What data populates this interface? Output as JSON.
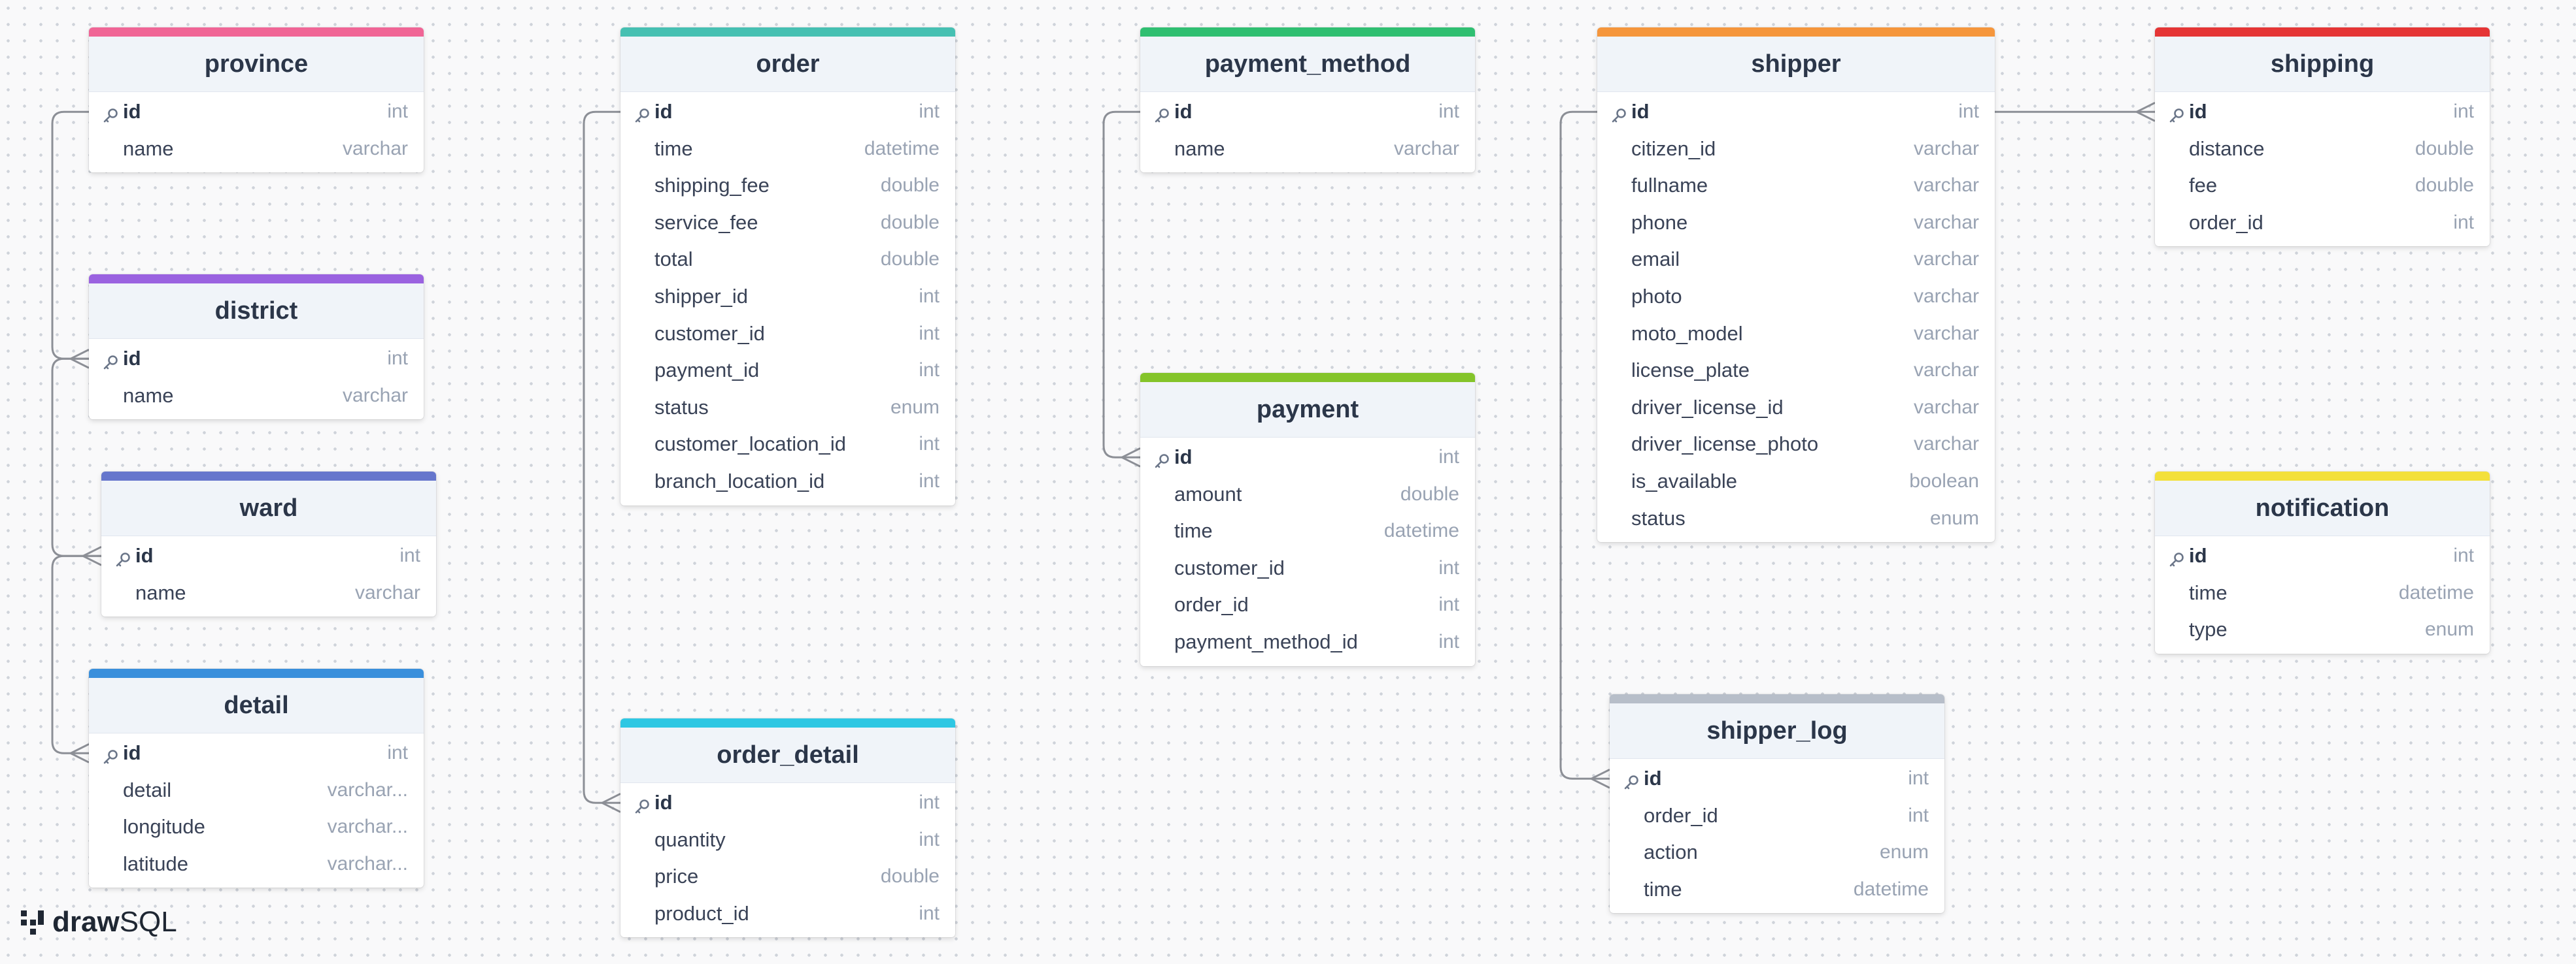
{
  "brand": {
    "draw": "draw",
    "sql": "SQL",
    "logo_icon": "drawsql-logo-icon"
  },
  "tables": [
    {
      "name": "province",
      "color": "#f06596",
      "columns": [
        {
          "name": "id",
          "type": "int",
          "pk": true
        },
        {
          "name": "name",
          "type": "varchar"
        }
      ]
    },
    {
      "name": "district",
      "color": "#9a62e0",
      "columns": [
        {
          "name": "id",
          "type": "int",
          "pk": true
        },
        {
          "name": "name",
          "type": "varchar"
        }
      ]
    },
    {
      "name": "ward",
      "color": "#6676cc",
      "columns": [
        {
          "name": "id",
          "type": "int",
          "pk": true
        },
        {
          "name": "name",
          "type": "varchar"
        }
      ]
    },
    {
      "name": "detail",
      "color": "#3a8fdc",
      "columns": [
        {
          "name": "id",
          "type": "int",
          "pk": true
        },
        {
          "name": "detail",
          "type": "varchar..."
        },
        {
          "name": "longitude",
          "type": "varchar..."
        },
        {
          "name": "latitude",
          "type": "varchar..."
        }
      ]
    },
    {
      "name": "order",
      "color": "#46c0b2",
      "columns": [
        {
          "name": "id",
          "type": "int",
          "pk": true
        },
        {
          "name": "time",
          "type": "datetime"
        },
        {
          "name": "shipping_fee",
          "type": "double"
        },
        {
          "name": "service_fee",
          "type": "double"
        },
        {
          "name": "total",
          "type": "double"
        },
        {
          "name": "shipper_id",
          "type": "int"
        },
        {
          "name": "customer_id",
          "type": "int"
        },
        {
          "name": "payment_id",
          "type": "int"
        },
        {
          "name": "status",
          "type": "enum"
        },
        {
          "name": "customer_location_id",
          "type": "int"
        },
        {
          "name": "branch_location_id",
          "type": "int"
        }
      ]
    },
    {
      "name": "order_detail",
      "color": "#2ec7e3",
      "columns": [
        {
          "name": "id",
          "type": "int",
          "pk": true
        },
        {
          "name": "quantity",
          "type": "int"
        },
        {
          "name": "price",
          "type": "double"
        },
        {
          "name": "product_id",
          "type": "int"
        }
      ]
    },
    {
      "name": "payment_method",
      "color": "#2fbf71",
      "columns": [
        {
          "name": "id",
          "type": "int",
          "pk": true
        },
        {
          "name": "name",
          "type": "varchar"
        }
      ]
    },
    {
      "name": "payment",
      "color": "#84c42a",
      "columns": [
        {
          "name": "id",
          "type": "int",
          "pk": true
        },
        {
          "name": "amount",
          "type": "double"
        },
        {
          "name": "time",
          "type": "datetime"
        },
        {
          "name": "customer_id",
          "type": "int"
        },
        {
          "name": "order_id",
          "type": "int"
        },
        {
          "name": "payment_method_id",
          "type": "int"
        }
      ]
    },
    {
      "name": "shipper",
      "color": "#f5963c",
      "columns": [
        {
          "name": "id",
          "type": "int",
          "pk": true
        },
        {
          "name": "citizen_id",
          "type": "varchar"
        },
        {
          "name": "fullname",
          "type": "varchar"
        },
        {
          "name": "phone",
          "type": "varchar"
        },
        {
          "name": "email",
          "type": "varchar"
        },
        {
          "name": "photo",
          "type": "varchar"
        },
        {
          "name": "moto_model",
          "type": "varchar"
        },
        {
          "name": "license_plate",
          "type": "varchar"
        },
        {
          "name": "driver_license_id",
          "type": "varchar"
        },
        {
          "name": "driver_license_photo",
          "type": "varchar"
        },
        {
          "name": "is_available",
          "type": "boolean"
        },
        {
          "name": "status",
          "type": "enum"
        }
      ]
    },
    {
      "name": "shipper_log",
      "color": "#b7bec9",
      "columns": [
        {
          "name": "id",
          "type": "int",
          "pk": true
        },
        {
          "name": "order_id",
          "type": "int"
        },
        {
          "name": "action",
          "type": "enum"
        },
        {
          "name": "time",
          "type": "datetime"
        }
      ]
    },
    {
      "name": "shipping",
      "color": "#e53535",
      "columns": [
        {
          "name": "id",
          "type": "int",
          "pk": true
        },
        {
          "name": "distance",
          "type": "double"
        },
        {
          "name": "fee",
          "type": "double"
        },
        {
          "name": "order_id",
          "type": "int"
        }
      ]
    },
    {
      "name": "notification",
      "color": "#f3e03a",
      "columns": [
        {
          "name": "id",
          "type": "int",
          "pk": true
        },
        {
          "name": "time",
          "type": "datetime"
        },
        {
          "name": "type",
          "type": "enum"
        }
      ]
    }
  ],
  "relations": [
    {
      "from": "province",
      "to": "district"
    },
    {
      "from": "district",
      "to": "ward"
    },
    {
      "from": "ward",
      "to": "detail"
    },
    {
      "from": "order",
      "to": "order_detail"
    },
    {
      "from": "payment_method",
      "to": "payment"
    },
    {
      "from": "shipper",
      "to": "shipper_log"
    },
    {
      "from": "shipper",
      "to": "shipping"
    }
  ]
}
